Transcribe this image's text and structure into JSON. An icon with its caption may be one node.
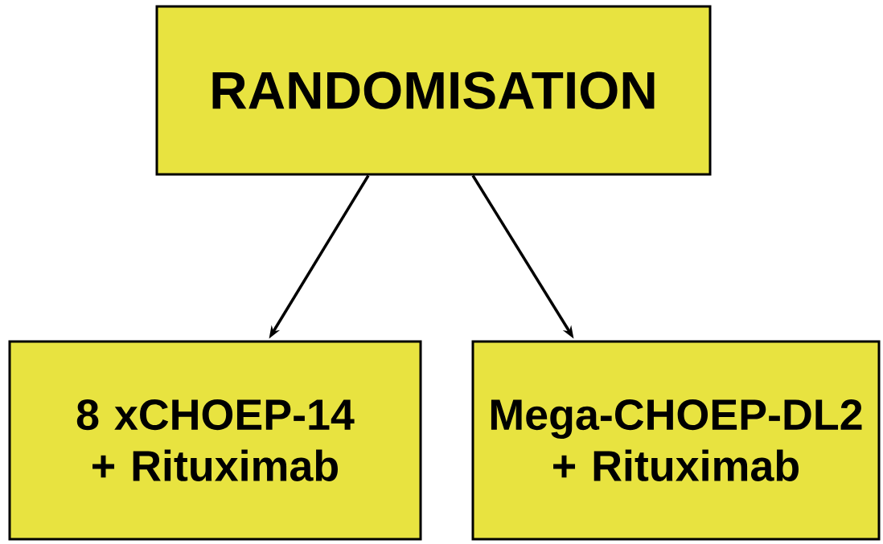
{
  "diagram": {
    "nodes": [
      {
        "text": [
          "RANDOMISATION"
        ]
      },
      {
        "text": [
          "8 xCHOEP-14 + Rituximab"
        ]
      },
      {
        "text": [
          "Mega-CHOEP-DL2 + Rituximab"
        ]
      }
    ],
    "edges": [
      {
        "from": 0,
        "to": 1,
        "arrow": "to"
      },
      {
        "from": 0,
        "to": 2,
        "arrow": "to"
      }
    ]
  }
}
